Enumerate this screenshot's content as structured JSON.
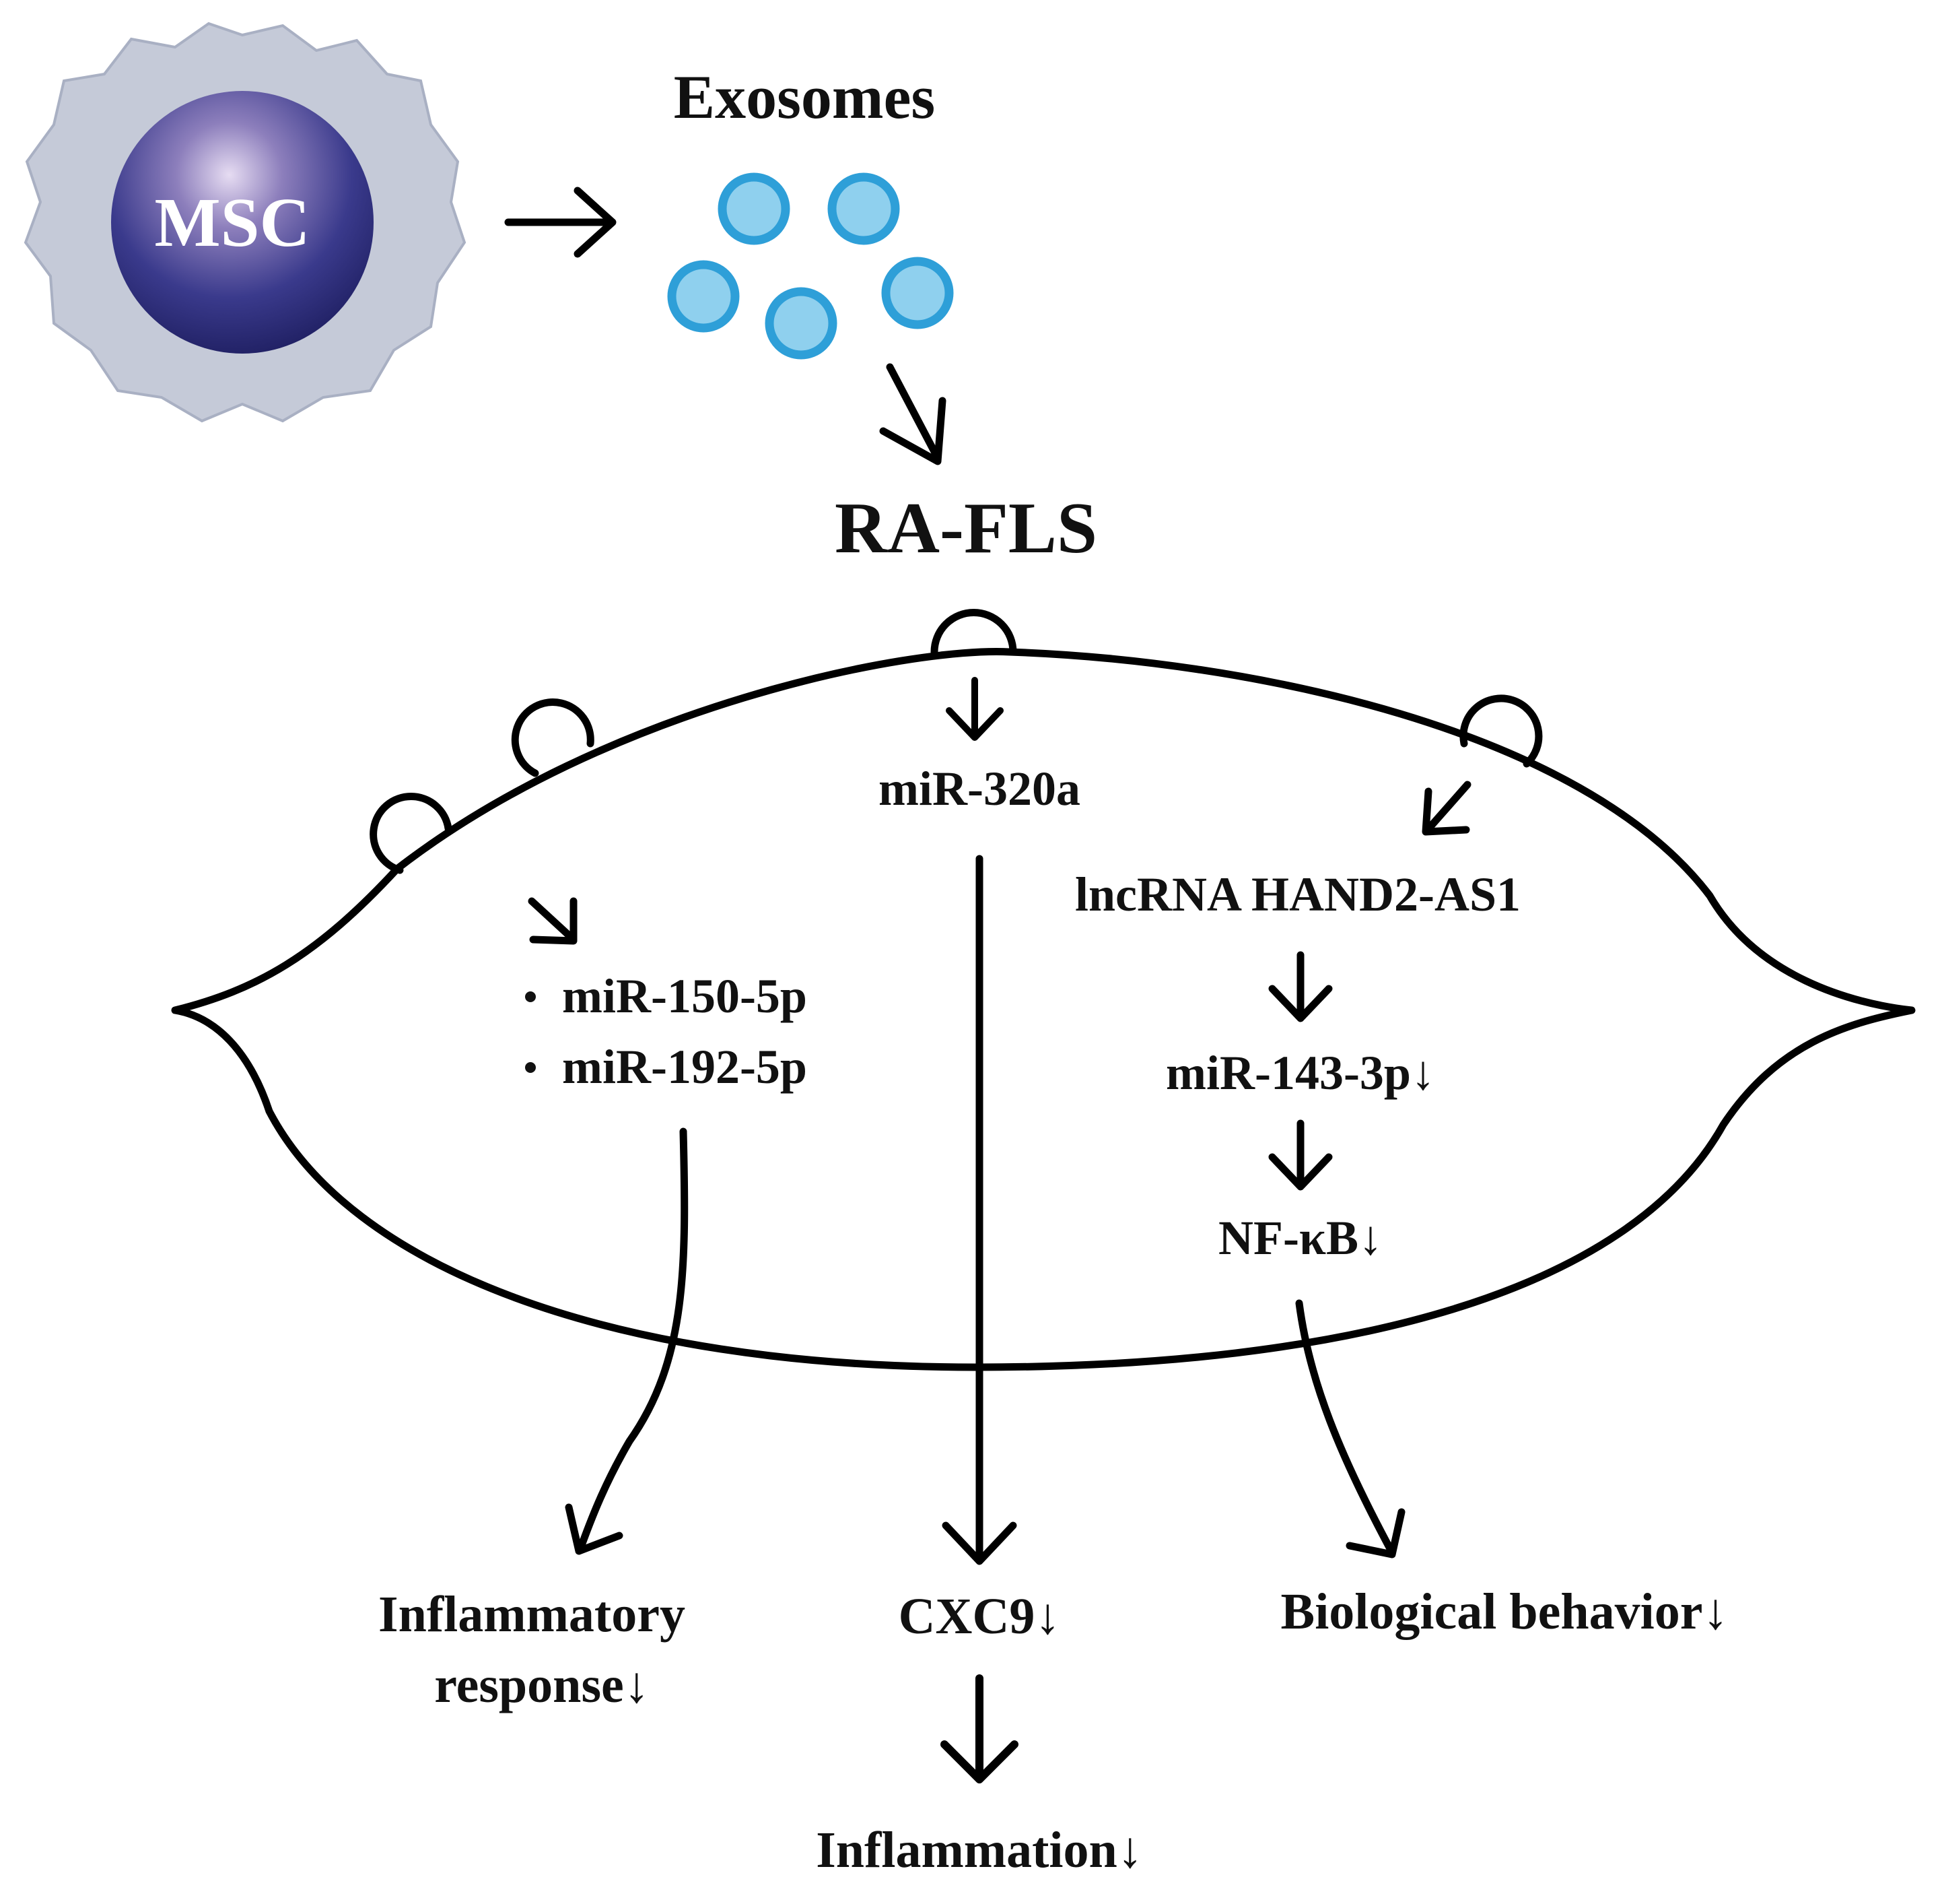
{
  "msc": {
    "label": "MSC"
  },
  "exosomes": {
    "label": "Exosomes"
  },
  "target_cell": {
    "label": "RA-FLS"
  },
  "pathways": {
    "mirna_320a": "miR-320a",
    "mirna_150": "miR-150-5p",
    "mirna_192": "miR-192-5p",
    "lncrna": "lncRNA HAND2-AS1",
    "mirna_143": "miR-143-3p↓",
    "nfkb": "NF-κB↓"
  },
  "outcomes": {
    "inflammatory_line1": "Inflammatory",
    "inflammatory_line2": "response↓",
    "cxc9": "CXC9↓",
    "biological": "Biological behavior↓",
    "inflammation": "Inflammation↓"
  },
  "colors": {
    "msc_membrane": "#c5cad8",
    "msc_nucleus": "#2d2d7a",
    "exosome_fill": "#8fd0ee",
    "exosome_stroke": "#2e9fd8"
  }
}
